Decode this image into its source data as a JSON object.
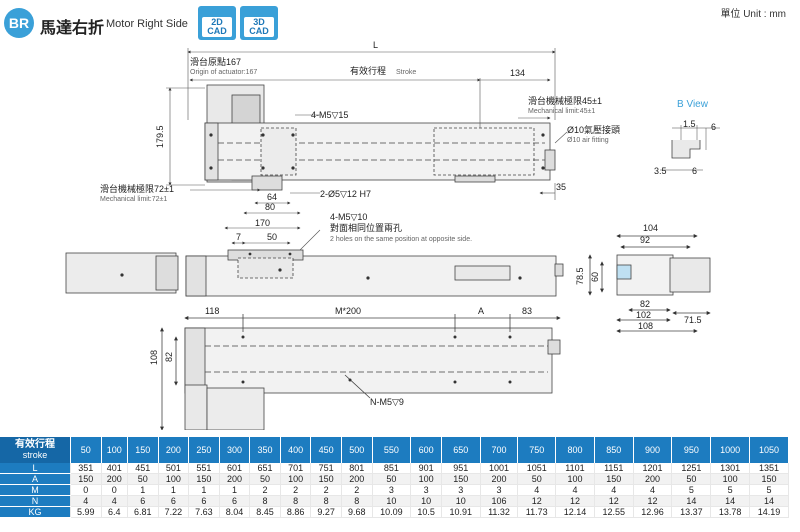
{
  "header": {
    "badge": "BR",
    "title": "馬達右折",
    "subtitle": "Motor Right Side",
    "cad2d_top": "2D",
    "cad2d_bottom": "CAD",
    "cad3d_top": "3D",
    "cad3d_bottom": "CAD",
    "unit": "單位 Unit : mm"
  },
  "drawing": {
    "L": "L",
    "origin_cn": "滑台原點167",
    "origin_en": "Origin of actuator:167",
    "stroke_label_cn": "有效行程",
    "stroke_label_en": "Stroke",
    "d134": "134",
    "mech45_cn": "滑台機械極限45±1",
    "mech45_en": "Mechanical limit:45±1",
    "bview": "B View",
    "d1_5": "1.5",
    "d6a": "6",
    "d3_5": "3.5",
    "d6b": "6",
    "d179_5": "179.5",
    "m5_15": "4-M5▽15",
    "air_cn": "Ø10氣壓接頭",
    "air_en": "Ø10 air fitting",
    "mech72_cn": "滑台機械極限72±1",
    "mech72_en": "Mechanical limit:72±1",
    "d64": "64",
    "hole2": "2-Ø5▽12 H7",
    "d80": "80",
    "d35": "35",
    "d170": "170",
    "m5_10": "4-M5▽10",
    "same_cn": "對面相同位置兩孔",
    "same_en": "2 holes on the same position at opposite side.",
    "d7": "7",
    "d50": "50",
    "d104": "104",
    "d92": "92",
    "d78_5": "78.5",
    "d60": "60",
    "d82r": "82",
    "d102": "102",
    "d108r": "108",
    "d71_5": "71.5",
    "d118": "118",
    "m200": "M*200",
    "dA": "A",
    "d83": "83",
    "d108l": "108",
    "d82l": "82",
    "nm5": "N-M5▽9"
  },
  "spec_table": {
    "header_cn": "有效行程",
    "header_en": "stroke",
    "strokes": [
      "50",
      "100",
      "150",
      "200",
      "250",
      "300",
      "350",
      "400",
      "450",
      "500",
      "550",
      "600",
      "650",
      "700",
      "750",
      "800",
      "850",
      "900",
      "950",
      "1000",
      "1050"
    ],
    "rows": [
      {
        "label": "L",
        "values": [
          "351",
          "401",
          "451",
          "501",
          "551",
          "601",
          "651",
          "701",
          "751",
          "801",
          "851",
          "901",
          "951",
          "1001",
          "1051",
          "1101",
          "1151",
          "1201",
          "1251",
          "1301",
          "1351"
        ]
      },
      {
        "label": "A",
        "values": [
          "150",
          "200",
          "50",
          "100",
          "150",
          "200",
          "50",
          "100",
          "150",
          "200",
          "50",
          "100",
          "150",
          "200",
          "50",
          "100",
          "150",
          "200",
          "50",
          "100",
          "150"
        ]
      },
      {
        "label": "M",
        "values": [
          "0",
          "0",
          "1",
          "1",
          "1",
          "1",
          "2",
          "2",
          "2",
          "2",
          "3",
          "3",
          "3",
          "3",
          "4",
          "4",
          "4",
          "4",
          "5",
          "5",
          "5"
        ]
      },
      {
        "label": "N",
        "values": [
          "4",
          "4",
          "6",
          "6",
          "6",
          "6",
          "8",
          "8",
          "8",
          "8",
          "10",
          "10",
          "10",
          "106",
          "12",
          "12",
          "12",
          "12",
          "14",
          "14",
          "14"
        ]
      },
      {
        "label": "KG",
        "values": [
          "5.99",
          "6.4",
          "6.81",
          "7.22",
          "7.63",
          "8.04",
          "8.45",
          "8.86",
          "9.27",
          "9.68",
          "10.09",
          "10.5",
          "10.91",
          "11.32",
          "11.73",
          "12.14",
          "12.55",
          "12.96",
          "13.37",
          "13.78",
          "14.19"
        ]
      }
    ]
  }
}
